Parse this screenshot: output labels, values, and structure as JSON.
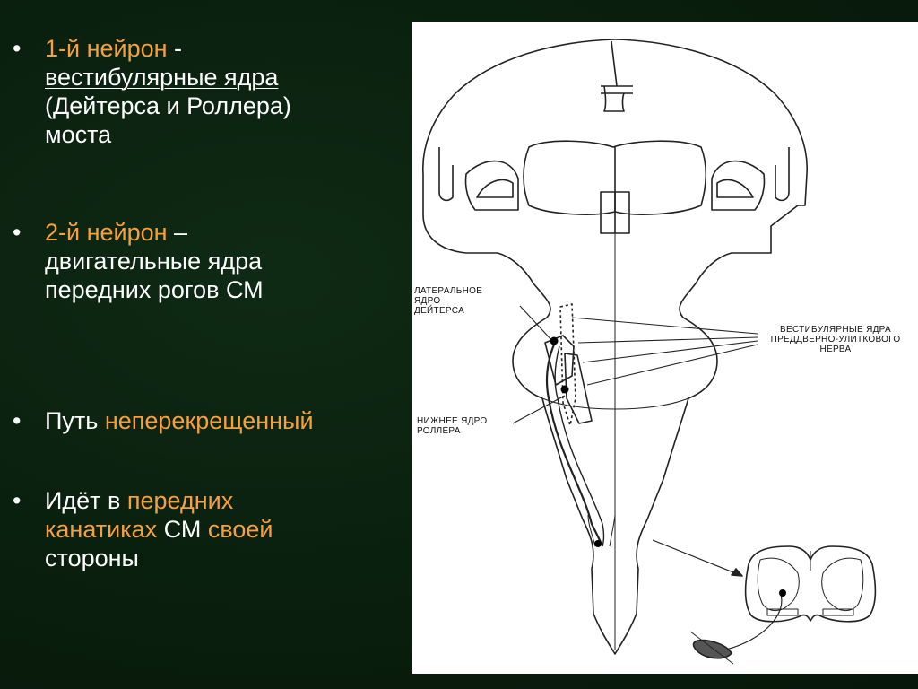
{
  "bullets": [
    {
      "head": "1-й нейрон",
      "sep": " -",
      "line2": "вестибулярные ядра",
      "line3": "(Дейтерса и Роллера)",
      "line4": "моста"
    },
    {
      "head": "2-й нейрон",
      "sep": " –",
      "line2": "двигательные ядра",
      "line3": "передних рогов СМ"
    },
    {
      "text1": "Путь ",
      "text2": "неперекрещенный"
    },
    {
      "a": "Идёт в ",
      "b": "передних",
      "c": "канатиках",
      "d": " СМ ",
      "e": "своей",
      "f": "стороны"
    }
  ],
  "figure_labels": {
    "lateral_1": "ЛАТЕРАЛЬНОЕ",
    "lateral_2": "ЯДРО",
    "lateral_3": "ДЕЙТЕРСА",
    "vestib_1": "ВЕСТИБУЛЯРНЫЕ ЯДРА",
    "vestib_2": "ПРЕДДВЕРНО-УЛИТКОВОГО",
    "vestib_3": "НЕРВА",
    "lower_1": "НИЖНЕЕ ЯДРО",
    "lower_2": "РОЛЛЕРА"
  },
  "colors": {
    "accent": "#f6a03c",
    "text": "#ffffff",
    "background": "#0a1f0e"
  }
}
